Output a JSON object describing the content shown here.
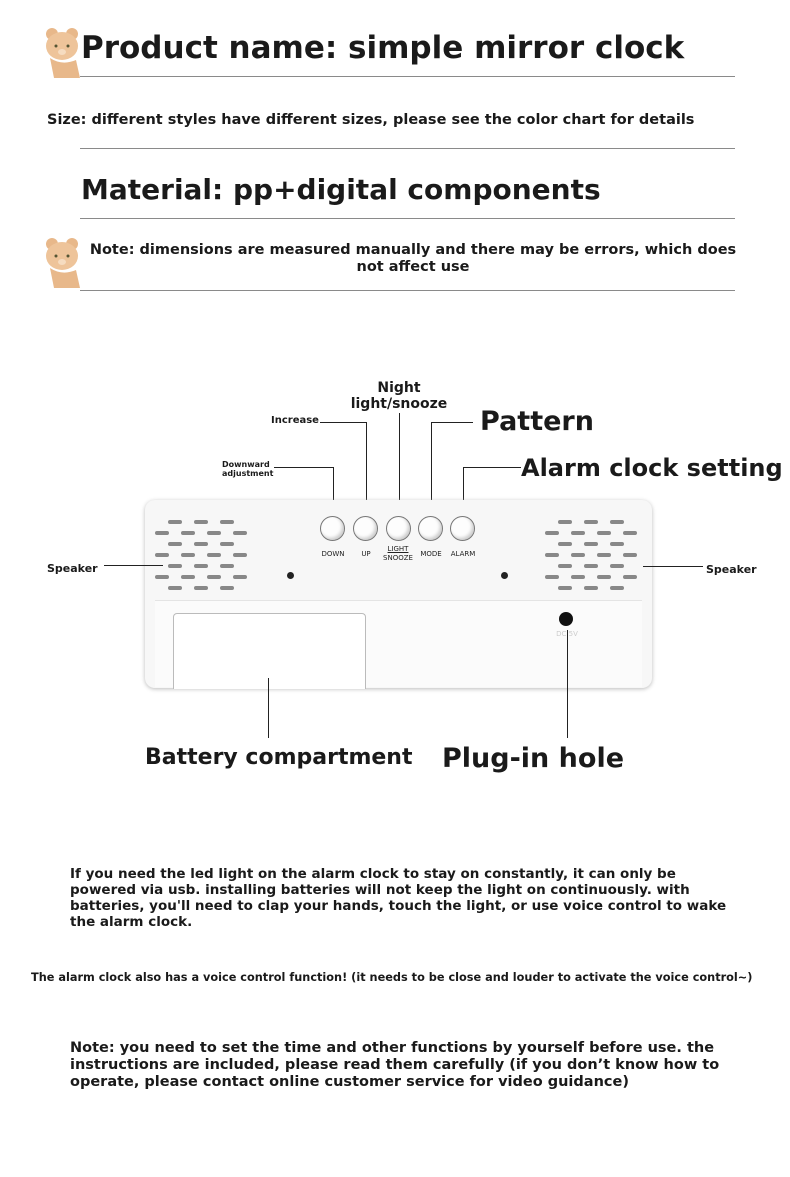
{
  "header": {
    "product_name": "Product name: simple mirror clock",
    "size": "Size: different styles have different sizes, please see the color chart for details",
    "material": "Material: pp+digital components",
    "note": "Note: dimensions are measured manually and there may be errors, which does not affect use"
  },
  "diagram": {
    "labels": {
      "night": "Night light/snooze",
      "increase": "Increase",
      "pattern": "Pattern",
      "downward": "Downward adjustment",
      "alarm_setting": "Alarm clock setting",
      "speaker_left": "Speaker",
      "speaker_right": "Speaker",
      "battery": "Battery compartment",
      "plug": "Plug-in hole"
    },
    "buttons": [
      "DOWN",
      "UP",
      "LIGHT",
      "SNOOZE",
      "MODE",
      "ALARM"
    ],
    "port_label": "DC 5V"
  },
  "body": {
    "usb_note": "If you need the led light on the alarm clock to stay on constantly, it can only be powered via usb. installing batteries will not keep the light on continuously. with batteries, you'll need to clap your hands, touch the light, or use voice control to wake the alarm clock.",
    "voice_note": "The alarm clock also has a voice control function! (it needs to be close and louder to activate the voice control~)",
    "setup_note": "Note: you need to set the time and other functions by yourself before use. the instructions are included, please read them carefully (if you don’t know how to operate, please contact online customer service for video guidance)"
  }
}
